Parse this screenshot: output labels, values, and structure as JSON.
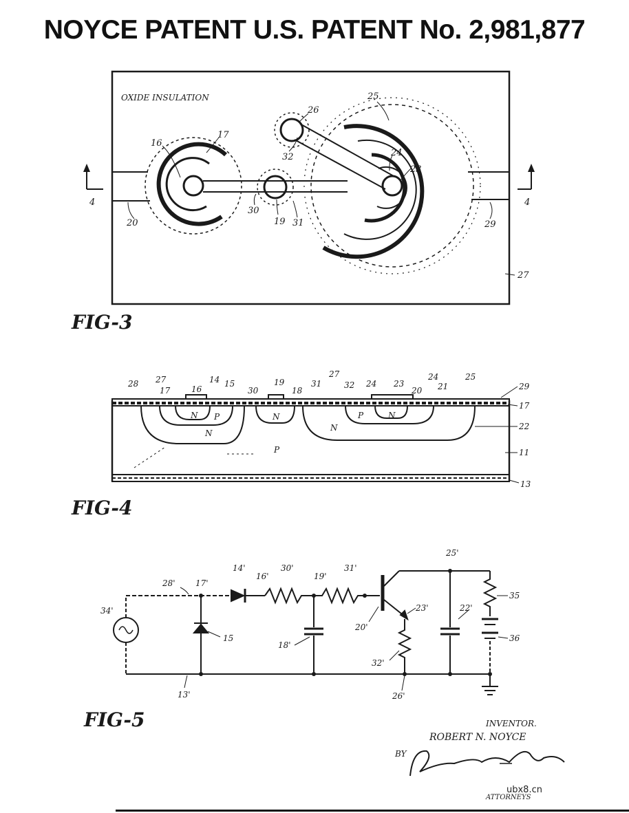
{
  "title": "NOYCE PATENT U.S. PATENT No. 2,981,877",
  "watermark": "ubx8.cn",
  "fig3": {
    "caption": "FIG-3",
    "annotation": "OXIDE INSULATION",
    "section_marks": [
      "4",
      "4"
    ],
    "refs": [
      "16",
      "17",
      "20",
      "30",
      "19",
      "31",
      "26",
      "32",
      "25",
      "24",
      "23",
      "29",
      "27"
    ]
  },
  "fig4": {
    "caption": "FIG-4",
    "top_refs": [
      "28",
      "27",
      "17",
      "16",
      "14",
      "15",
      "30",
      "19",
      "18",
      "31",
      "27",
      "32",
      "24",
      "23",
      "20",
      "24",
      "21",
      "25"
    ],
    "right_refs": [
      "29",
      "17",
      "22",
      "11",
      "13"
    ],
    "region_labels": [
      "N",
      "P",
      "N",
      "N",
      "N",
      "P",
      "N",
      "P"
    ]
  },
  "fig5": {
    "caption": "FIG-5",
    "refs": [
      "34'",
      "28'",
      "17'",
      "14'",
      "16'",
      "30'",
      "19'",
      "31'",
      "25'",
      "35",
      "23'",
      "22'",
      "36",
      "15",
      "18'",
      "20'",
      "32'",
      "13'",
      "26'"
    ]
  },
  "signature": {
    "inventor_label": "INVENTOR.",
    "inventor_name": "ROBERT N. NOYCE",
    "by_label": "BY",
    "attorneys": "ATTORNEYS"
  }
}
